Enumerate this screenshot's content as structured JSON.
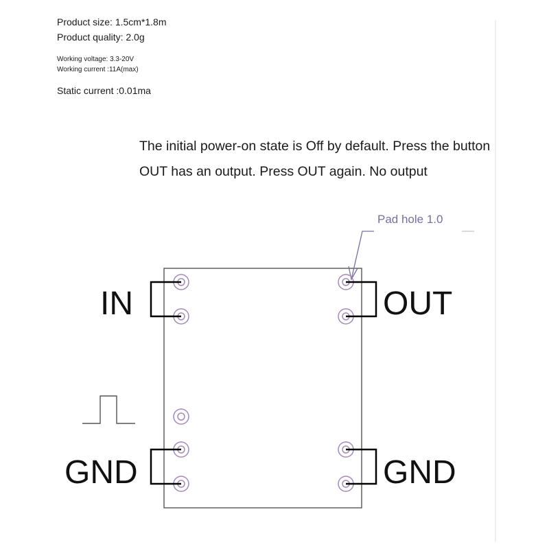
{
  "specs": {
    "size": "Product size: 1.5cm*1.8m",
    "quality": "Product quality: 2.0g",
    "voltage": "Working voltage: 3.3-20V",
    "current": "Working current :11A(max)",
    "static_current": "Static current :0.01ma"
  },
  "description": {
    "line1": "The initial power-on state is Off by default. Press the button",
    "line2": "OUT has an output. Press OUT again. No output"
  },
  "diagram": {
    "pad_note": "Pad hole 1.0",
    "labels": {
      "in": "IN",
      "out": "OUT",
      "gnd_left": "GND",
      "gnd_right": "GND"
    },
    "colors": {
      "pad": "#a58bb8",
      "outline": "#555555",
      "connector": "#000000",
      "pad_note": "#7b6f9a"
    }
  }
}
